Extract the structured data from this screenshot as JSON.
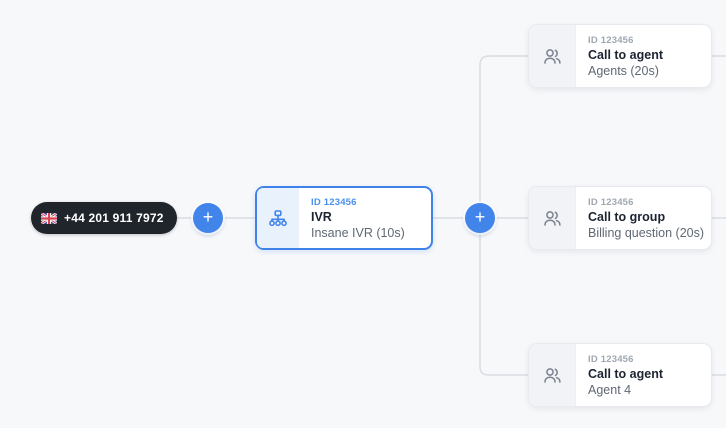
{
  "canvas": {
    "background": "#f7f8fa",
    "connector_color": "#d9dce1"
  },
  "colors": {
    "accent_blue": "#4285ea",
    "selected_border": "#3f83e8",
    "pill_background": "#20252b",
    "card_border": "#e7eaef",
    "id_gray": "#a0a7b1",
    "id_blue": "#4a90ea",
    "title_dark": "#1c2431",
    "subtitle_gray": "#5f6874"
  },
  "entry": {
    "phone_number": "+44 201 911 7972",
    "flag_icon": "uk-flag-icon"
  },
  "controls": {
    "add_label": "+"
  },
  "nodes": [
    {
      "id_label": "ID 123456",
      "title": "IVR",
      "subtitle": "Insane IVR (10s)",
      "icon": "sitemap-icon",
      "selected": true
    },
    {
      "id_label": "ID 123456",
      "title": "Call to agent",
      "subtitle": "Agents (20s)",
      "icon": "users-icon",
      "selected": false
    },
    {
      "id_label": "ID 123456",
      "title": "Call to group",
      "subtitle": "Billing question (20s)",
      "icon": "users-icon",
      "selected": false
    },
    {
      "id_label": "ID 123456",
      "title": "Call to agent",
      "subtitle": "Agent 4",
      "icon": "users-icon",
      "selected": false
    }
  ]
}
